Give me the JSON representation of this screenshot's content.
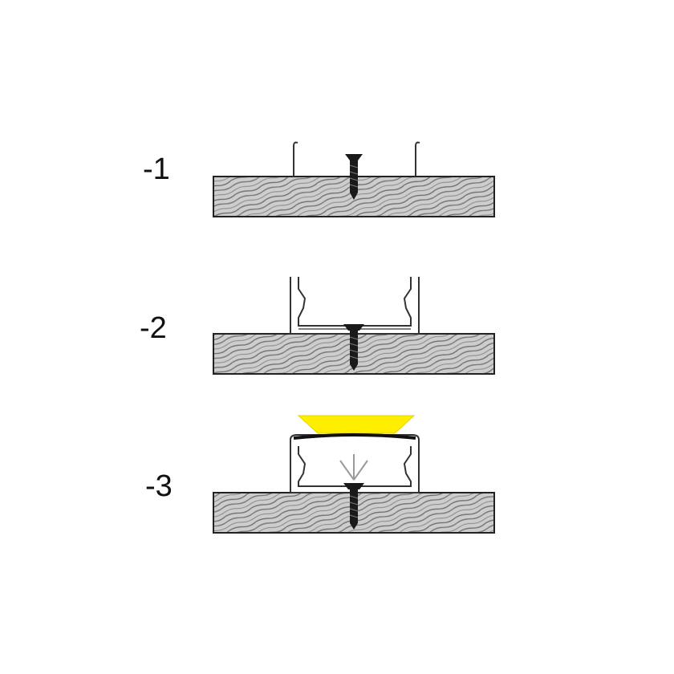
{
  "steps": [
    {
      "label": "-1",
      "description": "screw-fixed-clips"
    },
    {
      "label": "-2",
      "description": "profile-channel-mounted"
    },
    {
      "label": "-3",
      "description": "diffuser-cover-fitted-with-led-light"
    }
  ],
  "colors": {
    "board_fill": "#c8c8c8",
    "board_hatch": "#7a7a7a",
    "outline": "#222222",
    "screw": "#1a1a1a",
    "profile": "#444444",
    "led_light": "#ffee00",
    "light_ray": "#9a9a9a"
  },
  "icons": {
    "screw": "screw-icon",
    "clip": "mounting-clip-icon",
    "light": "led-light-icon"
  }
}
